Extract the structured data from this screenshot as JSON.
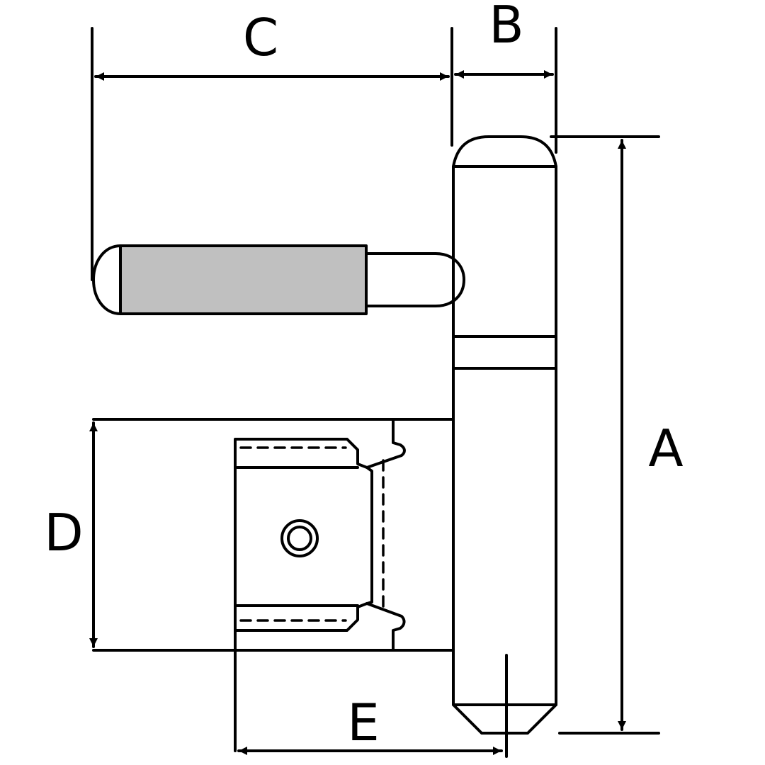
{
  "labels": {
    "a": "A",
    "b": "B",
    "c": "C",
    "d": "D",
    "e": "E"
  },
  "colors": {
    "line": "#000000",
    "background": "#ffffff",
    "sleeve_fill": "#c0c0c0"
  }
}
